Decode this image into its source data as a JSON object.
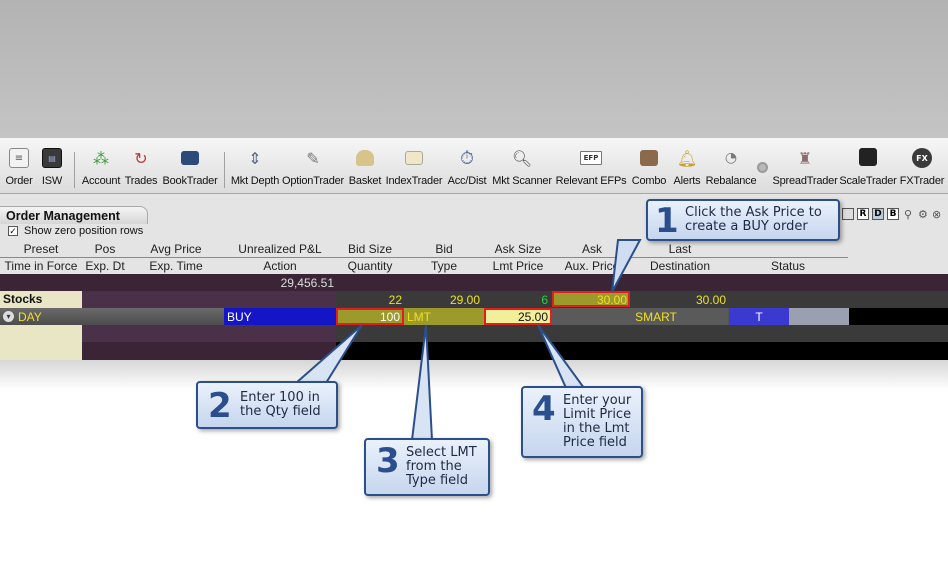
{
  "toolbar": {
    "items": [
      {
        "label": "Order",
        "icon": "order-icon"
      },
      {
        "label": "ISW",
        "icon": "isw-icon"
      },
      {
        "label": "Account",
        "icon": "account-icon"
      },
      {
        "label": "Trades",
        "icon": "trades-icon"
      },
      {
        "label": "BookTrader",
        "icon": "booktrader-icon"
      },
      {
        "label": "Mkt Depth",
        "icon": "mkt-depth-icon"
      },
      {
        "label": "OptionTrader",
        "icon": "optiontrader-icon"
      },
      {
        "label": "Basket",
        "icon": "basket-icon"
      },
      {
        "label": "IndexTrader",
        "icon": "indextrader-icon"
      },
      {
        "label": "Acc/Dist",
        "icon": "accdist-icon"
      },
      {
        "label": "Mkt Scanner",
        "icon": "mkt-scanner-icon"
      },
      {
        "label": "Relevant EFPs",
        "icon": "efp-icon",
        "icon_text": "EFP"
      },
      {
        "label": "Combo",
        "icon": "combo-icon"
      },
      {
        "label": "Alerts",
        "icon": "alerts-icon"
      },
      {
        "label": "Rebalance",
        "icon": "rebalance-icon"
      },
      {
        "label": "SpreadTrader",
        "icon": "spreadtrader-icon"
      },
      {
        "label": "ScaleTrader",
        "icon": "scaletrader-icon"
      },
      {
        "label": "FXTrader",
        "icon": "fxtrader-icon",
        "icon_text": "FX"
      }
    ]
  },
  "panel": {
    "tab_title": "Order Management",
    "show_zero_label": "Show zero position rows",
    "view_buttons": [
      "R",
      "D",
      "B"
    ],
    "headers_row1": [
      "Preset",
      "Pos",
      "Avg Price",
      "Unrealized P&L",
      "Bid Size",
      "Bid",
      "Ask Size",
      "Ask",
      "Last"
    ],
    "headers_row2": [
      "Time in Force",
      "Exp. Dt",
      "Exp. Time",
      "Action",
      "Quantity",
      "Type",
      "Lmt Price",
      "Aux. Price",
      "Destination",
      "Status"
    ],
    "total_pnl": "29,456.51",
    "stocks_label": "Stocks",
    "market": {
      "bid_size": "22",
      "bid": "29.00",
      "ask_size": "6",
      "ask": "30.00",
      "last": "30.00"
    },
    "order": {
      "tif": "DAY",
      "action": "BUY",
      "quantity": "100",
      "type": "LMT",
      "lmt_price": "25.00",
      "destination": "SMART",
      "status": "T"
    }
  },
  "callouts": [
    {
      "num": "1",
      "text": [
        "Click the Ask Price to",
        "create a BUY order"
      ]
    },
    {
      "num": "2",
      "text": [
        "Enter 100 in",
        "the Qty field"
      ]
    },
    {
      "num": "3",
      "text": [
        "Select LMT",
        "from the",
        "Type field"
      ]
    },
    {
      "num": "4",
      "text": [
        "Enter your",
        "Limit Price",
        "in the Lmt",
        "Price field"
      ]
    }
  ],
  "colors": {
    "buy_blue": "#1515c8",
    "field_yellow": "#9c9a2a",
    "highlight_red": "#e02020",
    "callout_border": "#2a4f8a"
  }
}
